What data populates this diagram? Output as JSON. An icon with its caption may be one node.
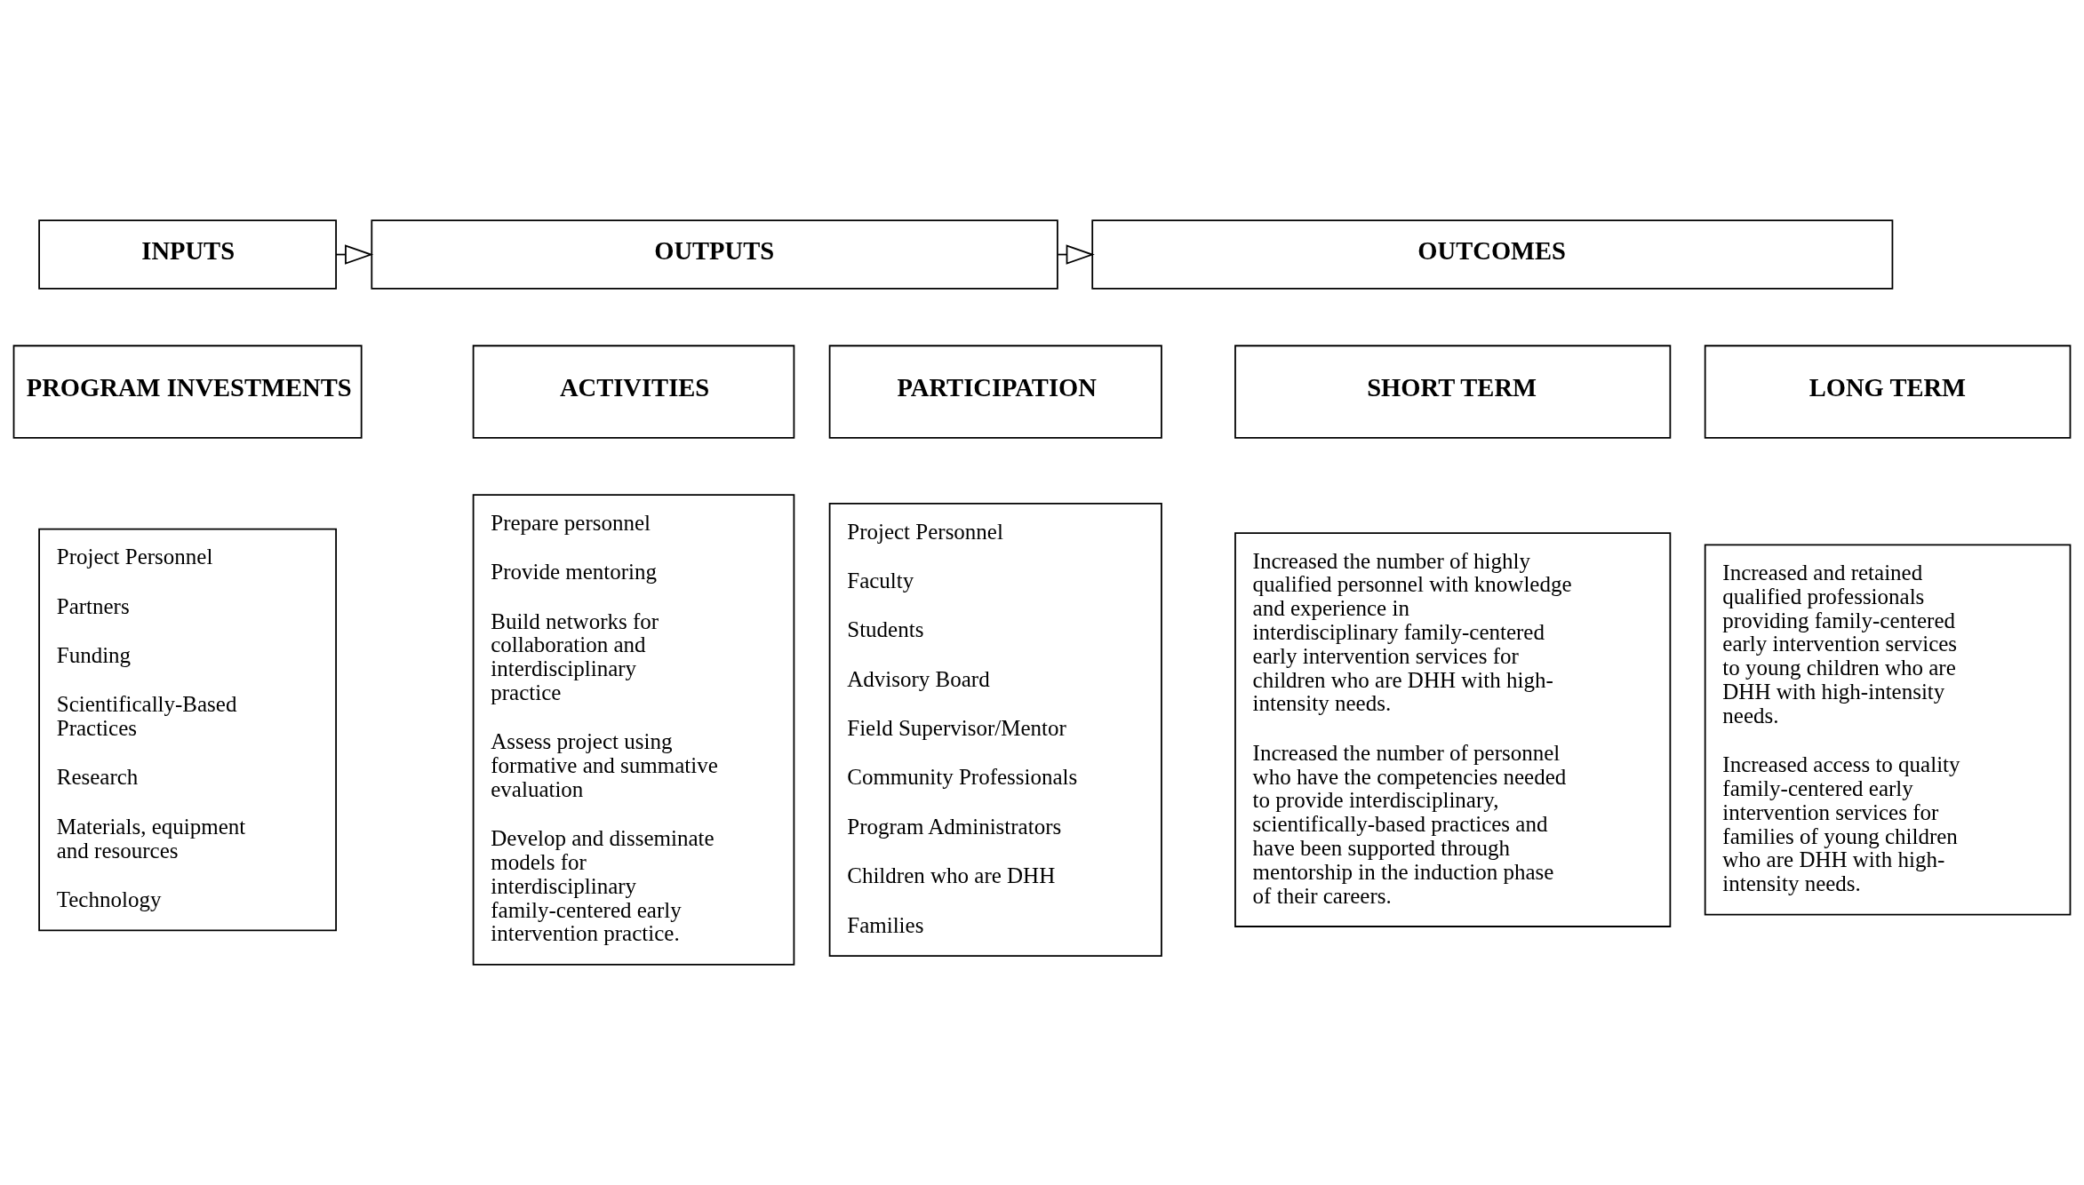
{
  "diagram": {
    "nodes": [
      {
        "text": [
          "INPUTS"
        ]
      },
      {
        "text": [
          "OUTPUTS"
        ]
      },
      {
        "text": [
          "OUTCOMES"
        ]
      },
      {
        "text": [
          "PROGRAM INVESTMENTS"
        ]
      },
      {
        "text": [
          "ACTIVITIES"
        ]
      },
      {
        "text": [
          "PARTICIPATION"
        ]
      },
      {
        "text": [
          "SHORT TERM"
        ]
      },
      {
        "text": [
          "LONG TERM"
        ]
      },
      {
        "text": [
          "Project Personnel",
          "Partners",
          "Funding",
          "Scientifically-Based Practices",
          "Research",
          "Materials, equipment and resources",
          "Technology"
        ]
      },
      {
        "text": [
          "Prepare personnel",
          "Provide mentoring",
          "Build networks for collaboration and interdisciplinary practice",
          "Assess project using formative and summative evaluation",
          "Develop and disseminate models for interdisciplinary family-centered early intervention practice."
        ]
      },
      {
        "text": [
          "Project Personnel",
          "Faculty",
          "Students",
          "Advisory Board",
          "Field Supervisor/Mentor",
          "Community Professionals",
          "Program Administrators",
          "Children who are DHH",
          "Families"
        ]
      },
      {
        "text": [
          "Increased the number of highly qualified personnel with knowledge and experience in interdisciplinary family-centered early intervention services for children who are DHH with high-intensity needs.",
          "Increased the number of personnel who have the competencies needed to provide interdisciplinary, scientifically-based practices and have been supported through mentorship in the induction phase of their careers."
        ]
      },
      {
        "text": [
          "Increased and retained qualified professionals providing family-centered early intervention services to young children who are DHH with high-intensity needs.",
          "Increased access to quality family-centered early intervention services for families of young children who are DHH with high-intensity needs."
        ]
      }
    ],
    "edges": [
      {
        "from": 0,
        "to": 1,
        "arrow": "to"
      },
      {
        "from": 1,
        "to": 2,
        "arrow": "to"
      }
    ]
  }
}
